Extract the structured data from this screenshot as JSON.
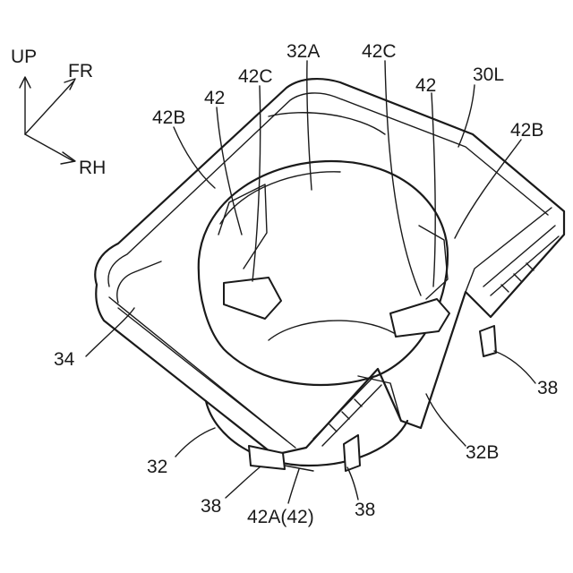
{
  "directions": {
    "up": "UP",
    "fr": "FR",
    "rh": "RH"
  },
  "labels": {
    "l_30L": "30L",
    "l_32A": "32A",
    "l_42C_left": "42C",
    "l_42C_right": "42C",
    "l_42_left": "42",
    "l_42_right": "42",
    "l_42B_left": "42B",
    "l_42B_right": "42B",
    "l_34": "34",
    "l_32": "32",
    "l_32B": "32B",
    "l_38_right": "38",
    "l_38_bottom_left": "38",
    "l_38_bottom_right": "38",
    "l_42A": "42A(42)"
  }
}
